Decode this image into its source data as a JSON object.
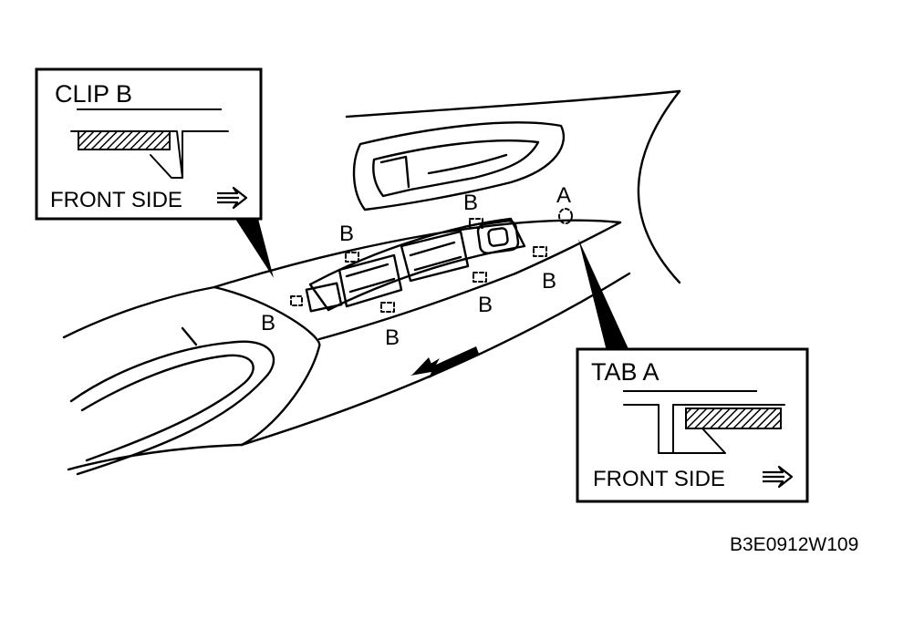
{
  "callouts": {
    "clip_b": {
      "title": "CLIP B",
      "front_side": "FRONT SIDE"
    },
    "tab_a": {
      "title": "TAB A",
      "front_side": "FRONT SIDE"
    }
  },
  "markers": {
    "a": "A",
    "b": "B"
  },
  "figure_code": "B3E0912W109",
  "colors": {
    "ink": "#000000",
    "paper": "#ffffff"
  }
}
